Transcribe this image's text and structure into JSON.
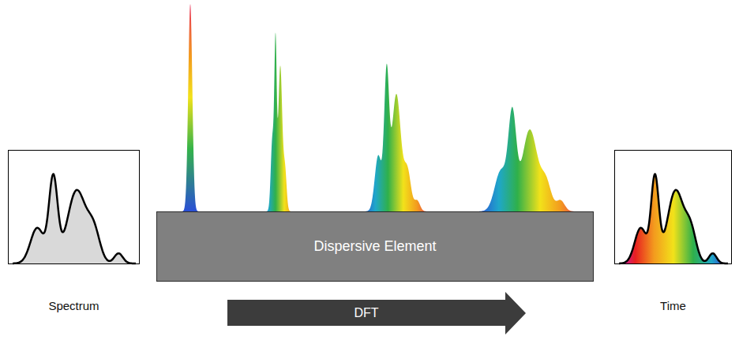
{
  "diagram": {
    "nodes": [
      {
        "text": [
          "Spectrum"
        ]
      },
      {
        "text": [
          "Dispersive Element"
        ]
      },
      {
        "text": [
          "DFT"
        ]
      },
      {
        "text": [
          "Time"
        ]
      }
    ]
  }
}
